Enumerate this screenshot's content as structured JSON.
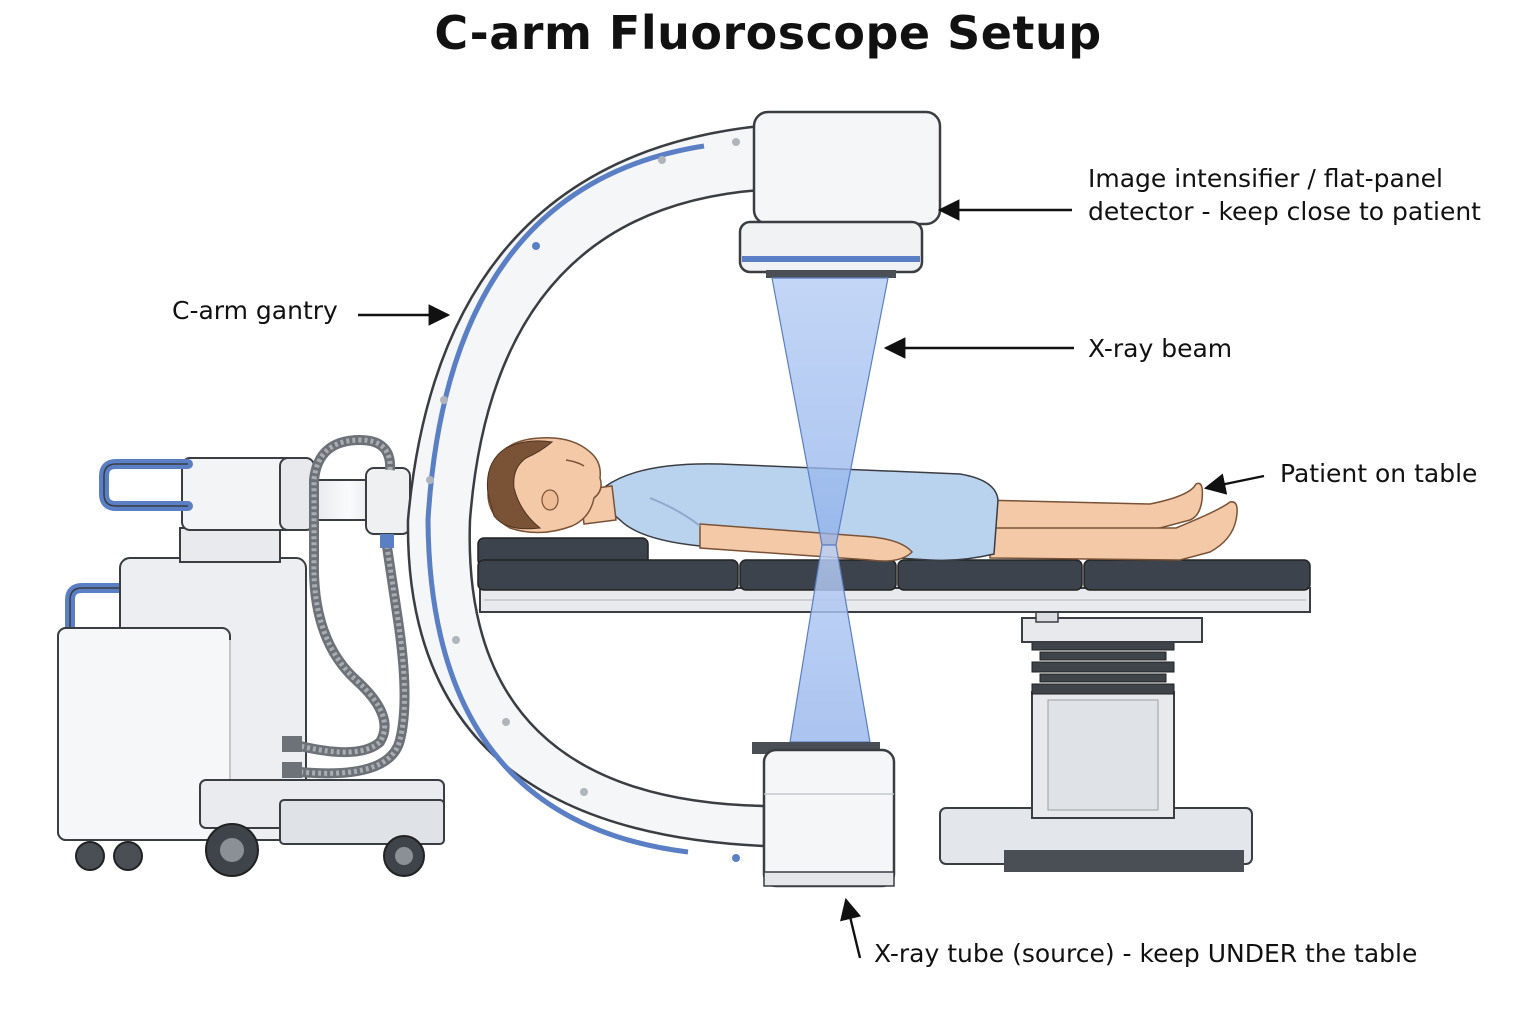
{
  "title": "C-arm Fluoroscope Setup",
  "labels": {
    "detector_line1": "Image intensifier / flat-panel",
    "detector_line2": "detector - keep close to patient",
    "gantry": "C-arm gantry",
    "beam": "X-ray beam",
    "patient": "Patient on table",
    "tube": "X-ray tube (source) - keep UNDER the table"
  },
  "colors": {
    "accent_blue": "#5b7fc4",
    "beam_blue": "#9fbcee",
    "device_white": "#f2f3f5",
    "outline": "#3a3d42",
    "table_dark": "#3c434c",
    "gown": "#b9d2ee",
    "skin": "#f3c9a7",
    "hair": "#7a5236"
  }
}
